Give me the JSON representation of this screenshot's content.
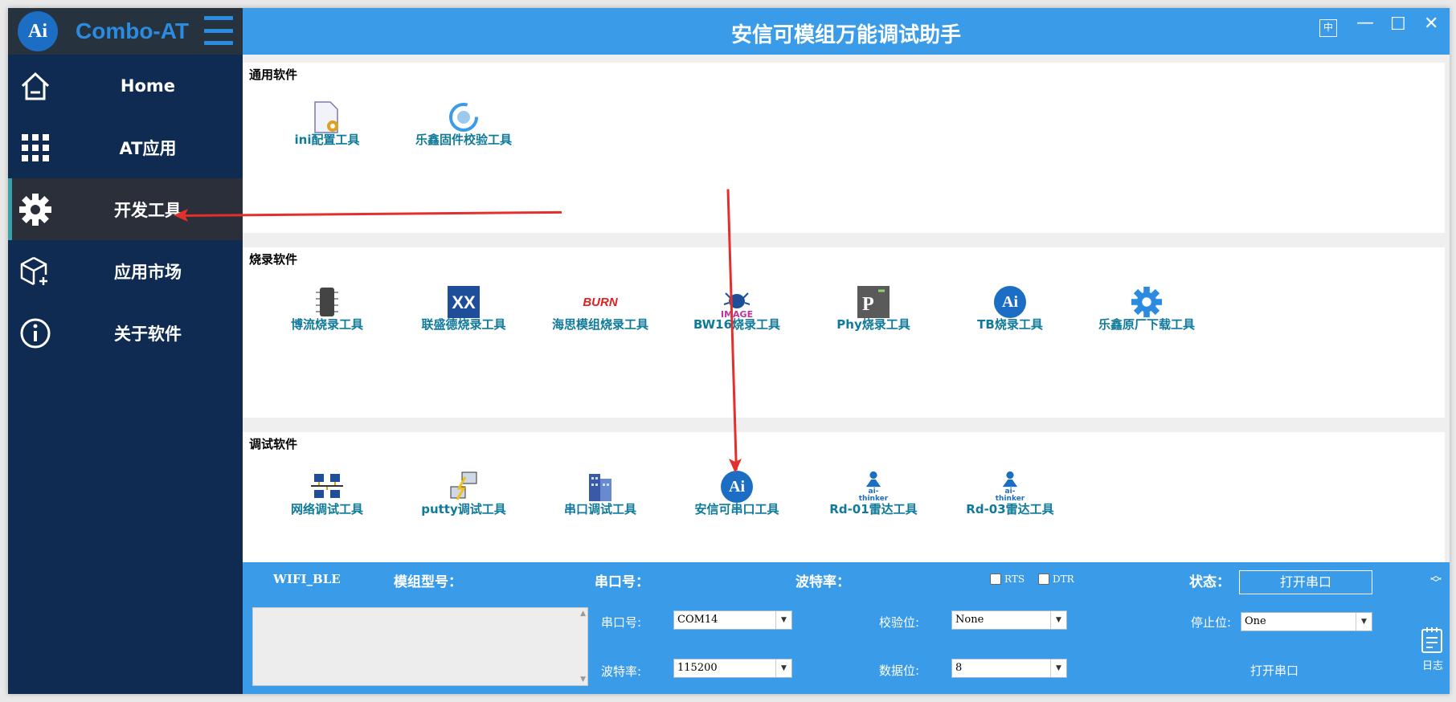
{
  "brand": {
    "logo": "Ai",
    "name": "Combo-AT"
  },
  "sidebar": {
    "items": [
      {
        "label": "Home",
        "icon": "home-icon"
      },
      {
        "label": "AT应用",
        "icon": "grid-icon"
      },
      {
        "label": "开发工具",
        "icon": "gear-icon"
      },
      {
        "label": "应用市场",
        "icon": "cube-plus-icon"
      },
      {
        "label": "关于软件",
        "icon": "info-icon"
      }
    ],
    "active_index": 2
  },
  "titlebar": {
    "title": "安信可模组万能调试助手",
    "lang": "中"
  },
  "sections": [
    {
      "title": "通用软件",
      "tools": [
        {
          "label": "ini配置工具"
        },
        {
          "label": "乐鑫固件校验工具"
        }
      ]
    },
    {
      "title": "烧录软件",
      "tools": [
        {
          "label": "博流烧录工具"
        },
        {
          "label": "联盛德烧录工具"
        },
        {
          "label": "海思模组烧录工具",
          "icon_text": "BURN"
        },
        {
          "label": "BW16烧录工具",
          "icon_text": "IMAGE"
        },
        {
          "label": "Phy烧录工具"
        },
        {
          "label": "TB烧录工具",
          "icon_text": "Ai"
        },
        {
          "label": "乐鑫原厂下载工具"
        }
      ]
    },
    {
      "title": "调试软件",
      "tools": [
        {
          "label": "网络调试工具"
        },
        {
          "label": "putty调试工具"
        },
        {
          "label": "串口调试工具"
        },
        {
          "label": "安信可串口工具",
          "icon_text": "Ai"
        },
        {
          "label": "Rd-01雷达工具",
          "icon_text": "ai-thinker"
        },
        {
          "label": "Rd-03雷达工具",
          "icon_text": "ai-thinker"
        }
      ]
    }
  ],
  "bottom": {
    "mode": "WIFI_BLE",
    "module_label": "模组型号：",
    "port_label": "串口号：",
    "baud_label": "波特率：",
    "rts": "RTS",
    "dtr": "DTR",
    "status_label": "状态：",
    "open_button": "打开串口",
    "port_field_label": "串口号:",
    "port_value": "COM14",
    "parity_label": "校验位:",
    "parity_value": "None",
    "stop_label": "停止位:",
    "stop_value": "One",
    "baud_field_label": "波特率:",
    "baud_value": "115200",
    "data_label": "数据位:",
    "data_value": "8",
    "open_text": "打开串口",
    "log_label": "日志"
  },
  "colors": {
    "sidebar": "#0f2b52",
    "accent": "#3a9ce8",
    "tool_text": "#0f7a9a",
    "annotation": "#e4302c"
  }
}
